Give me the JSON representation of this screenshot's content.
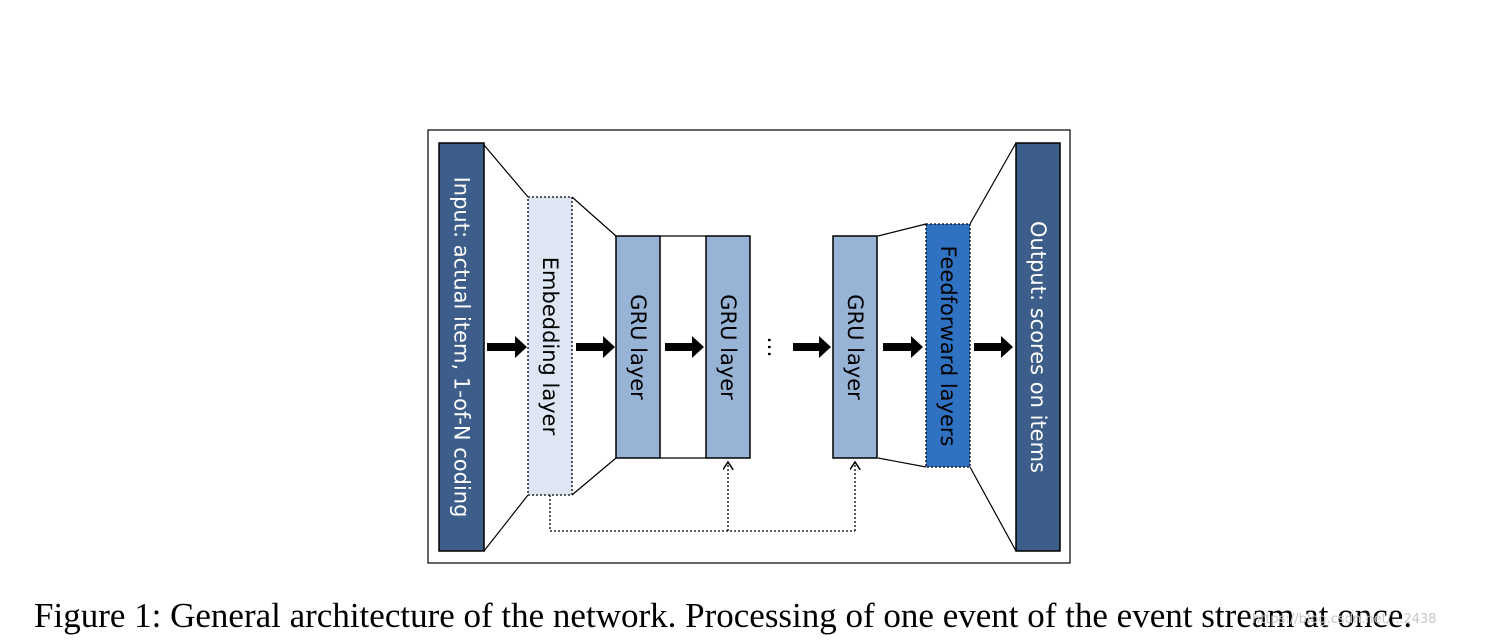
{
  "diagram": {
    "input_label": "Input: actual item, 1-of-N coding",
    "embedding_label": "Embedding layer",
    "gru_labels": [
      "GRU layer",
      "GRU layer",
      "GRU layer"
    ],
    "ellipsis": "…",
    "feedforward_label": "Feedforward layers",
    "output_label": "Output: scores on items"
  },
  "colors": {
    "input_output": "#3d5d8a",
    "embedding": "#dde6f2",
    "gru": "#97b3d5",
    "feedforward": "#2f72c2"
  },
  "caption": "Figure 1: General architecture of the network. Processing of one event of the event stream at once.",
  "watermark": "https://blog.csdn.net/...2438"
}
